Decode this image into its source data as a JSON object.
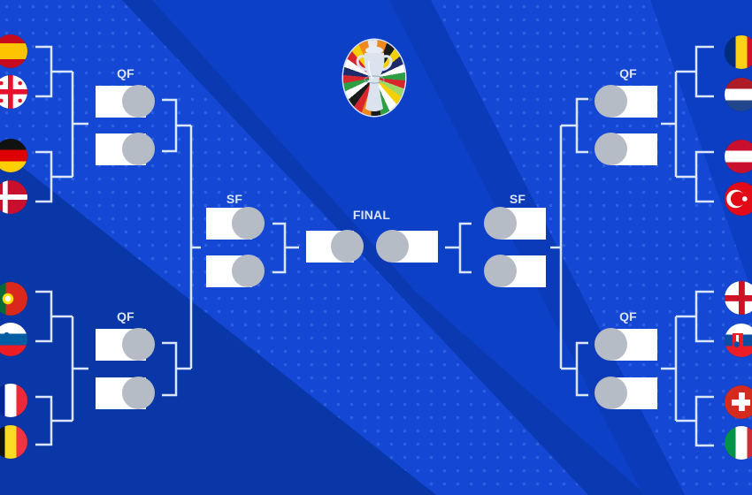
{
  "logo": {
    "icon": "euro-2024-trophy-logo-icon"
  },
  "bracket": {
    "left_top": {
      "label": "QF",
      "teams": [
        {
          "flag": "spain"
        },
        {
          "flag": "georgia"
        },
        {
          "flag": "germany"
        },
        {
          "flag": "denmark"
        }
      ],
      "slots": [
        {
          "team": null
        },
        {
          "team": null
        }
      ]
    },
    "left_bottom": {
      "label": "QF",
      "teams": [
        {
          "flag": "portugal"
        },
        {
          "flag": "slovenia"
        },
        {
          "flag": "france"
        },
        {
          "flag": "belgium"
        }
      ],
      "slots": [
        {
          "team": null
        },
        {
          "team": null
        }
      ]
    },
    "right_top": {
      "label": "QF",
      "teams": [
        {
          "flag": "romania"
        },
        {
          "flag": "netherlands"
        },
        {
          "flag": "austria"
        },
        {
          "flag": "turkey"
        }
      ],
      "slots": [
        {
          "team": null
        },
        {
          "team": null
        }
      ]
    },
    "right_bottom": {
      "label": "QF",
      "teams": [
        {
          "flag": "england"
        },
        {
          "flag": "slovakia"
        },
        {
          "flag": "switzerland"
        },
        {
          "flag": "italy"
        }
      ],
      "slots": [
        {
          "team": null
        },
        {
          "team": null
        }
      ]
    },
    "semifinal_left": {
      "label": "SF",
      "slots": [
        {
          "team": null
        },
        {
          "team": null
        }
      ]
    },
    "semifinal_right": {
      "label": "SF",
      "slots": [
        {
          "team": null
        },
        {
          "team": null
        }
      ]
    },
    "final": {
      "label": "FINAL",
      "slots": [
        {
          "team": null
        },
        {
          "team": null
        }
      ]
    }
  },
  "colors": {
    "background": "#0c40c6",
    "background_dotted_band": "#1448d4",
    "background_dark": "#0a37a8",
    "connector_line": "#dbe5fb",
    "slot_fill": "#ffffff",
    "slot_circle": "#b6bcc6",
    "label_text": "#dbe4fb"
  }
}
